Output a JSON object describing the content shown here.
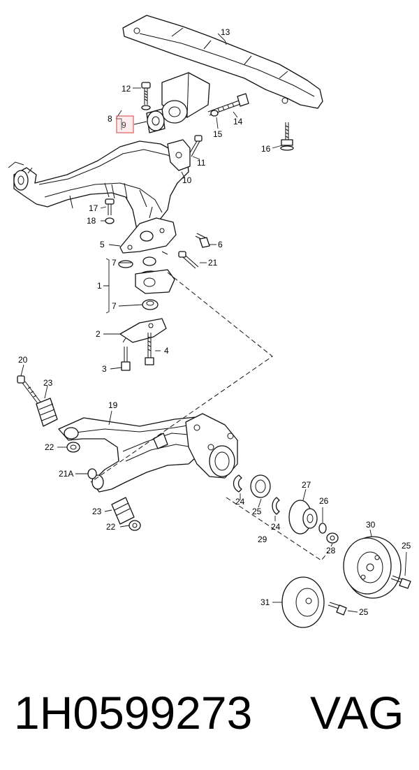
{
  "colors": {
    "highlight": "#e06a6a",
    "ink": "#111111"
  },
  "diagram": {
    "highlighted_part": "9",
    "callouts": [
      "13",
      "12",
      "8",
      "9",
      "14",
      "15",
      "16",
      "11",
      "10",
      "17",
      "18",
      "5",
      "6",
      "7",
      "21",
      "1",
      "7",
      "2",
      "4",
      "3",
      "20",
      "23",
      "19",
      "22",
      "21A",
      "23",
      "22",
      "27",
      "26",
      "24",
      "25",
      "24",
      "29",
      "28",
      "30",
      "25",
      "31",
      "25"
    ]
  },
  "footer": {
    "part_number": "1H0599273",
    "brand": "VAG"
  }
}
